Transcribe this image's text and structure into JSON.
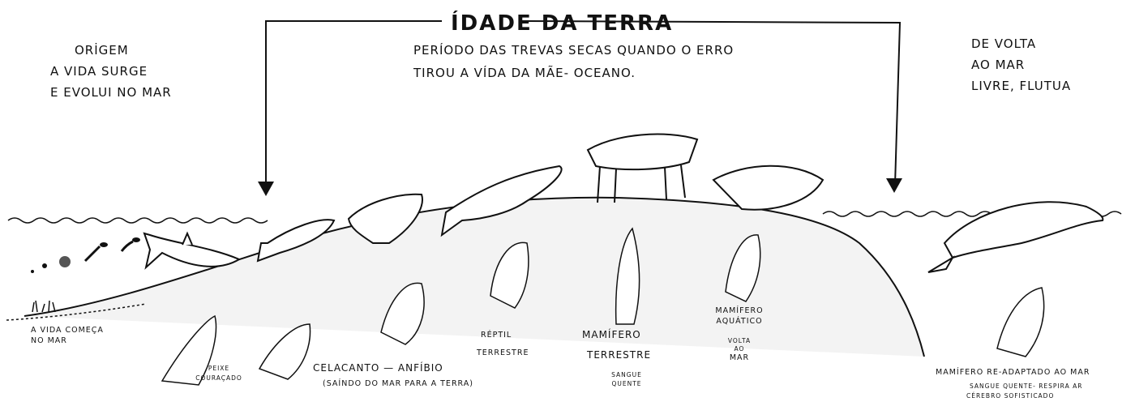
{
  "title": "ÍDADE DA TERRA",
  "subtitle": {
    "line1": "PERÍODO DAS TREVAS SECAS QUANDO O ERRO",
    "line2": "TIROU A VÍDA DA MÃE- OCEANO."
  },
  "origin": {
    "line1": "ORİGEM",
    "line2": "A VIDA SURGE",
    "line3": "E EVOLUI NO MAR"
  },
  "return": {
    "line1": "DE VOLTA",
    "line2": "AO MAR",
    "line3": "LIVRE, FLUTUA"
  },
  "stages": {
    "life_begins": {
      "line1": "A VIDA COMEÇA",
      "line2": "NO MAR"
    },
    "armored_fish": {
      "line1": "PEIXE",
      "line2": "COURAÇADO"
    },
    "coelacanth": {
      "line1": "CELACANTO — ANFÍBIO",
      "line2": "(SAÍNDO DO MAR PARA A TERRA)"
    },
    "reptile": {
      "line1": "RÉPTIL",
      "line2": "TERRESTRE"
    },
    "land_mammal": {
      "line1": "MAMÍFERO",
      "line2": "TERRESTRE",
      "line3": "SANGUE",
      "line4": "QUENTE"
    },
    "aquatic_mammal": {
      "line1": "MAMÍFERO",
      "line2": "AQUÁTICO",
      "line3": "VOLTA",
      "line4": "AO",
      "line5": "MAR"
    },
    "readapted": {
      "line1": "MAMÍFERO RE-ADAPTADO AO MAR",
      "line2": "SANGUE QUENTE- RESPIRA AR",
      "line3": "CÉREBRO SOFISTICADO"
    }
  }
}
